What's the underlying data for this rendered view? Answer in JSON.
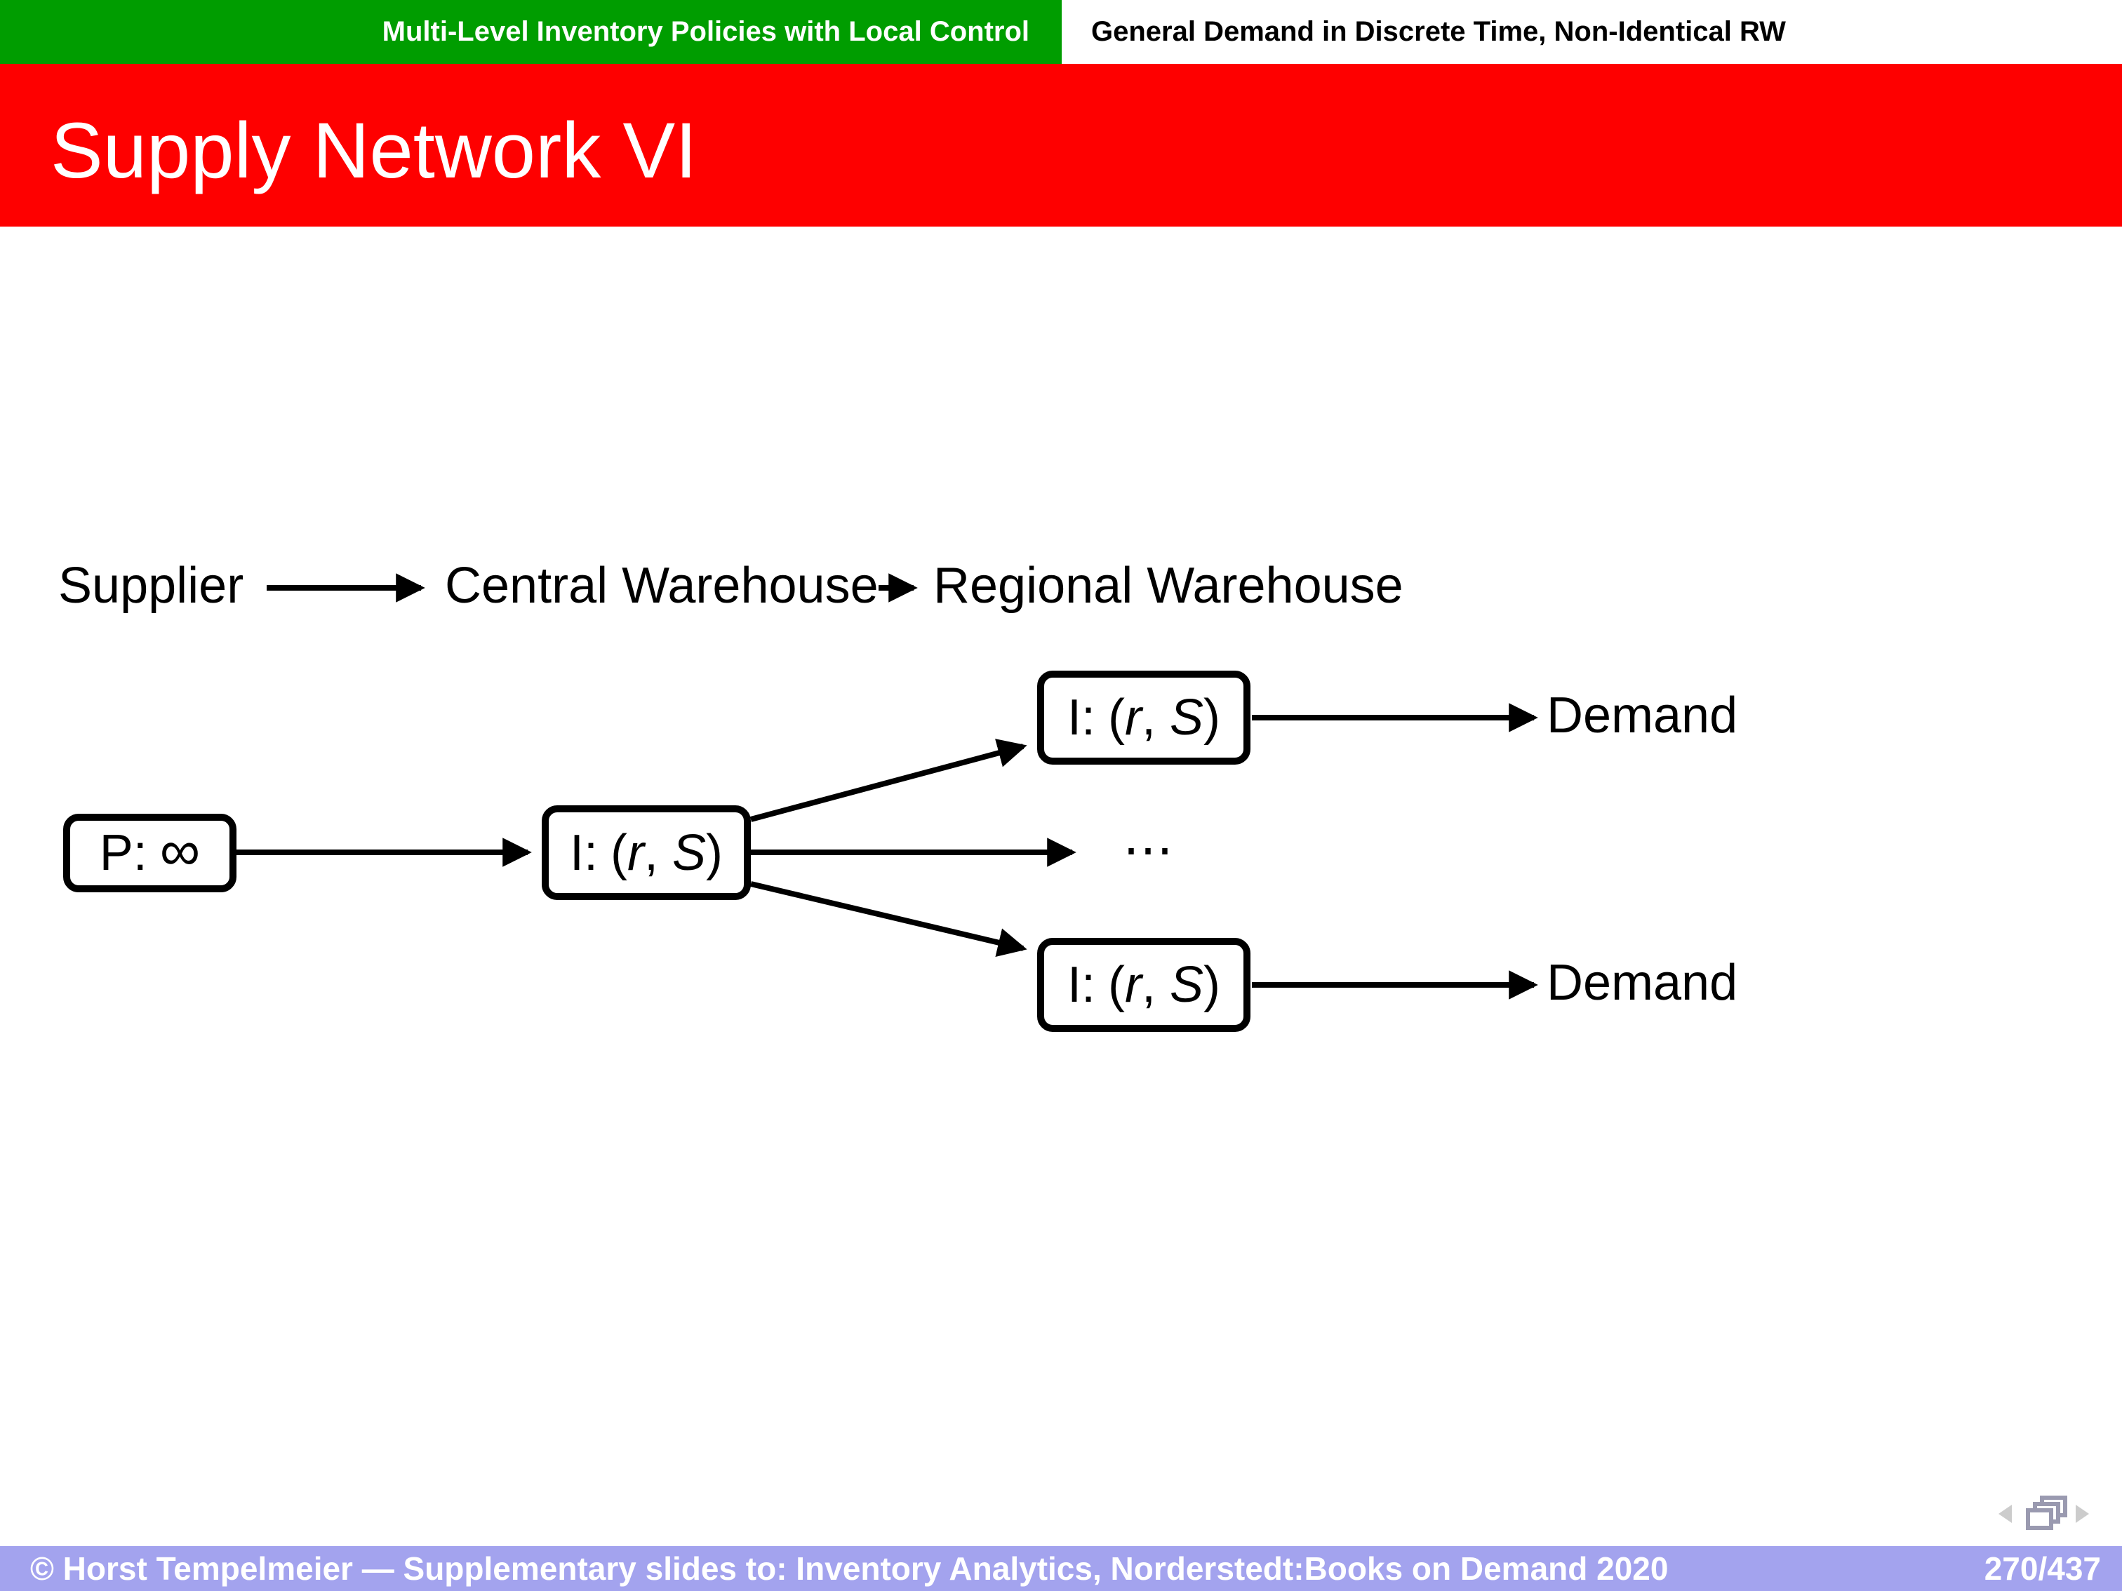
{
  "header": {
    "left_title": "Multi-Level Inventory Policies with Local Control",
    "right_title": "General Demand in Discrete Time, Non-Identical RW"
  },
  "title": "Supply Network VI",
  "legend": {
    "supplier": "Supplier",
    "central": "Central Warehouse",
    "regional": "Regional Warehouse"
  },
  "diagram": {
    "node_p": {
      "prefix": "P:",
      "value": "∞"
    },
    "node_i": {
      "prefix": "I:",
      "open": "(",
      "var1": "r",
      "sep": ", ",
      "var2": "S",
      "close": ")"
    },
    "dots": "⋯",
    "demand_top": "Demand",
    "demand_bottom": "Demand"
  },
  "nav": {
    "back_symbol": "previous-slide",
    "frames_symbol": "frame-overview",
    "forward_symbol": "next-slide"
  },
  "footer": {
    "copyright": "© Horst Tempelmeier — Supplementary slides to: Inventory Analytics, Norderstedt:Books on Demand 2020",
    "page": "270/437"
  },
  "colors": {
    "header_green": "#009d00",
    "title_red": "#fe0000",
    "footer_lavender": "#a3a3ee",
    "diagram_ink": "#000000",
    "nav_gray": "#cccccc",
    "nav_frame_gray": "#9a9ab0"
  }
}
